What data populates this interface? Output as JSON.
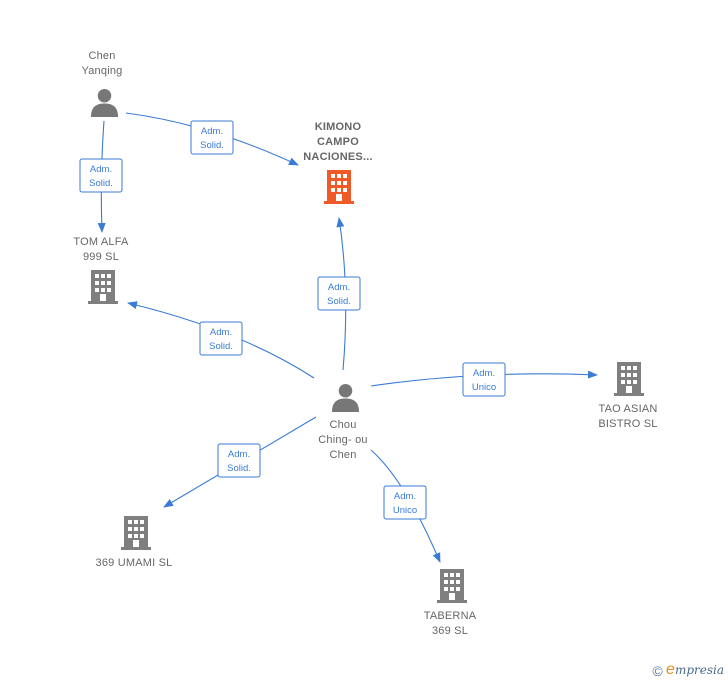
{
  "colors": {
    "focus_building": "#f05a28",
    "building": "#7f7f7f",
    "person": "#777777",
    "edge": "#3a7bd5",
    "label": "#666666"
  },
  "nodes": [
    {
      "id": "chen-yanqing",
      "kind": "person",
      "icon": "person-icon",
      "lines": [
        "Chen",
        "Yanqing"
      ]
    },
    {
      "id": "kimono",
      "kind": "company",
      "focus": true,
      "icon": "building-icon",
      "lines": [
        "KIMONO",
        "CAMPO",
        "NACIONES..."
      ]
    },
    {
      "id": "tom-alfa",
      "kind": "company",
      "icon": "building-icon",
      "lines": [
        "TOM ALFA",
        "999  SL"
      ]
    },
    {
      "id": "chou",
      "kind": "person",
      "icon": "person-icon",
      "lines": [
        "Chou",
        "Ching- ou",
        "Chen"
      ]
    },
    {
      "id": "tao-asian",
      "kind": "company",
      "icon": "building-icon",
      "lines": [
        "TAO ASIAN",
        "BISTRO SL"
      ]
    },
    {
      "id": "umami",
      "kind": "company",
      "icon": "building-icon",
      "lines": [
        "369 UMAMI  SL"
      ]
    },
    {
      "id": "taberna",
      "kind": "company",
      "icon": "building-icon",
      "lines": [
        "TABERNA",
        "369  SL"
      ]
    }
  ],
  "edges": [
    {
      "id": "chen-kimono",
      "from": "chen-yanqing",
      "to": "kimono",
      "label": [
        "Adm.",
        "Solid."
      ]
    },
    {
      "id": "chen-tom",
      "from": "chen-yanqing",
      "to": "tom-alfa",
      "label": [
        "Adm.",
        "Solid."
      ]
    },
    {
      "id": "chou-kimono",
      "from": "chou",
      "to": "kimono",
      "label": [
        "Adm.",
        "Solid."
      ]
    },
    {
      "id": "chou-tom",
      "from": "chou",
      "to": "tom-alfa",
      "label": [
        "Adm.",
        "Solid."
      ]
    },
    {
      "id": "chou-tao",
      "from": "chou",
      "to": "tao-asian",
      "label": [
        "Adm.",
        "Unico"
      ]
    },
    {
      "id": "chou-umami",
      "from": "chou",
      "to": "umami",
      "label": [
        "Adm.",
        "Solid."
      ]
    },
    {
      "id": "chou-taberna",
      "from": "chou",
      "to": "taberna",
      "label": [
        "Adm.",
        "Unico"
      ]
    }
  ],
  "footer": {
    "copyright": "©",
    "brand_initial": "e",
    "brand_rest": "mpresia"
  }
}
